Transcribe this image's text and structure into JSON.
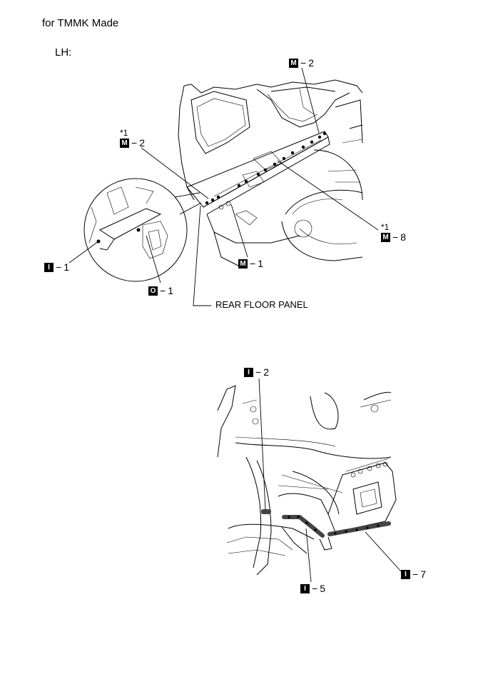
{
  "header": {
    "title": "for TMMK Made",
    "side": "LH:"
  },
  "callouts": {
    "m2_top": {
      "code": "M",
      "sep": "−",
      "num": "2"
    },
    "m2_left": {
      "star": "*1",
      "code": "M",
      "sep": "−",
      "num": "2"
    },
    "m8": {
      "star": "*1",
      "code": "M",
      "sep": "−",
      "num": "8"
    },
    "i1": {
      "code": "I",
      "sep": "−",
      "num": "1"
    },
    "m1": {
      "code": "M",
      "sep": "−",
      "num": "1"
    },
    "o1": {
      "code": "O",
      "sep": "−",
      "num": "1"
    },
    "i2": {
      "code": "I",
      "sep": "−",
      "num": "2"
    },
    "i5": {
      "code": "I",
      "sep": "−",
      "num": "5"
    },
    "i7": {
      "code": "I",
      "sep": "−",
      "num": "7"
    }
  },
  "labels": {
    "rear_floor_panel": "REAR FLOOR PANEL"
  }
}
